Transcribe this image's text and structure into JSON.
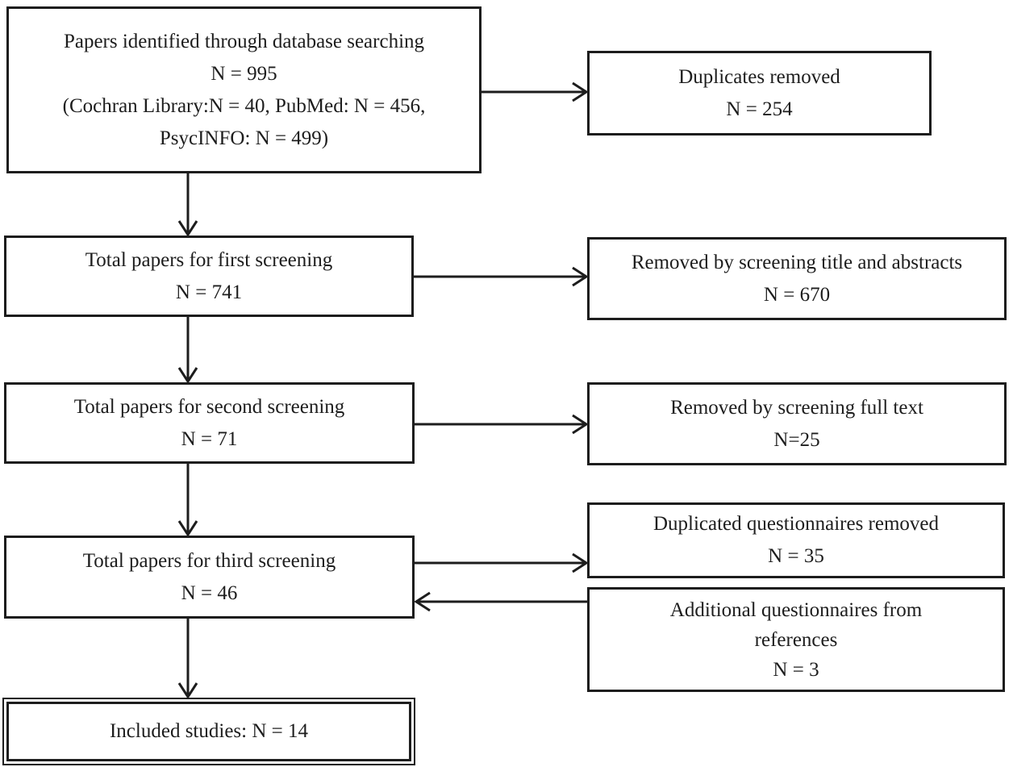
{
  "colors": {
    "line": "#1d1d1d",
    "background": "#ffffff",
    "text": "#1d1d1d"
  },
  "boxes": {
    "identified": {
      "lines": [
        "Papers identified through database searching",
        "N = 995",
        "(Cochran Library:N = 40, PubMed: N = 456,",
        "PsycINFO: N = 499)"
      ]
    },
    "duplicates_removed": {
      "lines": [
        "Duplicates removed",
        "N = 254"
      ]
    },
    "first_screening": {
      "lines": [
        "Total papers for first screening",
        "N = 741"
      ]
    },
    "removed_title_abstracts": {
      "lines": [
        "Removed by screening title and abstracts",
        "N = 670"
      ]
    },
    "second_screening": {
      "lines": [
        "Total papers for second screening",
        "N = 71"
      ]
    },
    "removed_full_text": {
      "lines": [
        "Removed by screening full text",
        "N=25"
      ]
    },
    "third_screening": {
      "lines": [
        "Total papers for third screening",
        "N = 46"
      ]
    },
    "duplicated_questionnaires": {
      "lines": [
        "Duplicated questionnaires removed",
        "N = 35"
      ]
    },
    "additional_questionnaires": {
      "lines": [
        "Additional questionnaires from",
        "references",
        "N = 3"
      ]
    },
    "included": {
      "lines": [
        "Included studies: N = 14"
      ]
    }
  },
  "arrows": [
    {
      "from": "identified",
      "to": "duplicates_removed",
      "direction": "right"
    },
    {
      "from": "identified",
      "to": "first_screening",
      "direction": "down"
    },
    {
      "from": "first_screening",
      "to": "removed_title_abstracts",
      "direction": "right"
    },
    {
      "from": "first_screening",
      "to": "second_screening",
      "direction": "down"
    },
    {
      "from": "second_screening",
      "to": "removed_full_text",
      "direction": "right"
    },
    {
      "from": "second_screening",
      "to": "third_screening",
      "direction": "down"
    },
    {
      "from": "third_screening",
      "to": "duplicated_questionnaires",
      "direction": "right"
    },
    {
      "from": "additional_questionnaires",
      "to": "third_screening",
      "direction": "left"
    },
    {
      "from": "third_screening",
      "to": "included",
      "direction": "down"
    }
  ]
}
